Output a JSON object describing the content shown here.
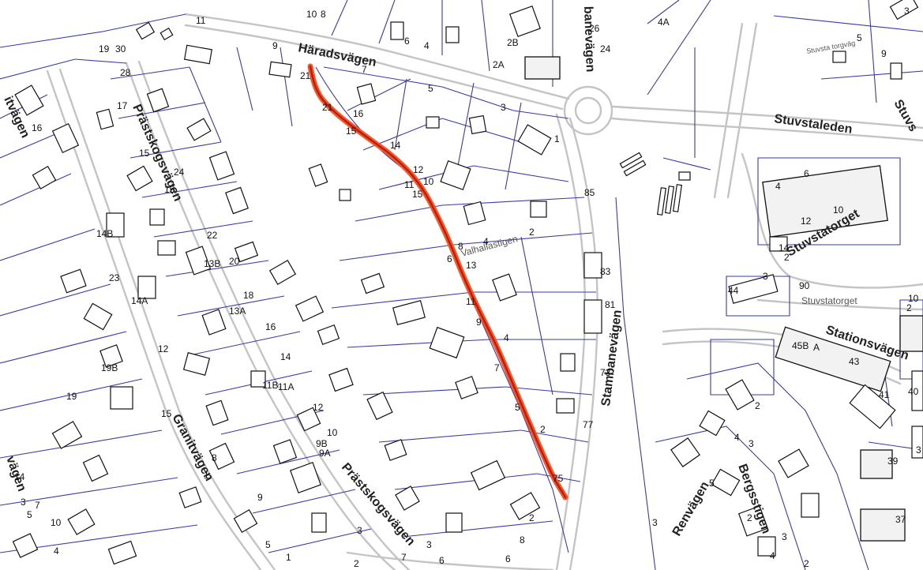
{
  "map": {
    "colors": {
      "route_outer": "#f25a2a",
      "route_inner": "#c01a0a",
      "property_line": "#3a3aa8",
      "road_edge": "#c4c4c4",
      "building": "#111111"
    },
    "streets": [
      {
        "text": "Häradsvägen"
      },
      {
        "text": "Prästskogsvägen"
      },
      {
        "text": "Prästskogsvägen"
      },
      {
        "text": "Granitvägen"
      },
      {
        "text": "Stambanevägen"
      },
      {
        "text": "Stuvstaleden"
      },
      {
        "text": "Stuvstatorget"
      },
      {
        "text": "Stationsvägen"
      },
      {
        "text": "Renvägen"
      },
      {
        "text": "Bergsstigen"
      },
      {
        "text": "Valhallastigen"
      },
      {
        "text": "Stuvsta torgväg"
      },
      {
        "text": "Stuvstatorget"
      },
      {
        "text": "itvägen"
      },
      {
        "text": "vägen"
      },
      {
        "text": "banevägen"
      },
      {
        "text": "Stuvs"
      }
    ],
    "house_numbers": [
      "10",
      "8",
      "11",
      "6",
      "4",
      "2B",
      "2A",
      "26",
      "24",
      "4A",
      "5",
      "9",
      "3",
      "19",
      "30",
      "28",
      "9",
      "21",
      "7",
      "5",
      "3",
      "17",
      "16",
      "16",
      "21",
      "15",
      "14",
      "1",
      "15",
      "24",
      "15",
      "12",
      "10",
      "11",
      "15",
      "85",
      "6",
      "4",
      "12",
      "10",
      "2",
      "14B",
      "22",
      "13B",
      "20",
      "8",
      "4",
      "6",
      "13",
      "2",
      "14",
      "83",
      "23",
      "14A",
      "13A",
      "18",
      "16",
      "11",
      "9",
      "81",
      "44",
      "3",
      "90",
      "12",
      "14",
      "4",
      "45B",
      "A",
      "43",
      "19B",
      "11B",
      "11A",
      "7",
      "73",
      "41",
      "40",
      "12",
      "19",
      "15",
      "5",
      "2",
      "77",
      "10",
      "9B",
      "9A",
      "3",
      "2",
      "4",
      "3",
      "39",
      "14",
      "10",
      "8",
      "9",
      "1",
      "75",
      "2",
      "8",
      "3",
      "5",
      "2",
      "3",
      "37",
      "3",
      "2",
      "10",
      "3",
      "7",
      "5",
      "4",
      "5",
      "3",
      "7",
      "6",
      "2",
      "1",
      "6",
      "4",
      "2"
    ]
  }
}
